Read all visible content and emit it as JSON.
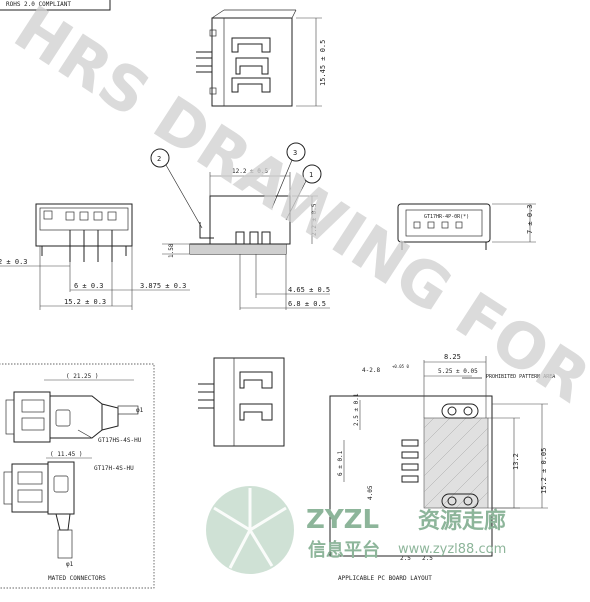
{
  "watermark": {
    "text": "HRS DRAWING FOR"
  },
  "header_box": {
    "text": "ROHS 2.0 COMPLIANT"
  },
  "callouts": [
    "2",
    "3",
    "1"
  ],
  "front_view": {
    "height_dim": "15.45 ± 0.5"
  },
  "side_view": {
    "top_dim": "12.2 ± 0.5",
    "height_dim": "2.2 ± 0.5",
    "pin_dim": "1.58"
  },
  "rear_view": {
    "height_dim": "7 ± 0.3",
    "label": "GT17HR-4P-0R(*)"
  },
  "bottom_dims": {
    "d1": "2 ± 0.3",
    "d2": "6 ± 0.3",
    "d3": "3.875 ± 0.3",
    "d4": "15.2 ± 0.3",
    "d5": "4.65 ± 0.5",
    "d6": "6.8 ± 0.5"
  },
  "mated": {
    "dim1": "( 21.25 )",
    "label1": "GT17HS-4S-HU",
    "dim2": "( 11.45 )",
    "label2": "GT17H-4S-HU",
    "dia1": "φ1",
    "dia2": "φ1",
    "caption": "MATED CONNECTORS"
  },
  "pcb": {
    "dim_top1": "8.25",
    "dim_top2": "5.25 ± 0.05",
    "dim_top3": "4-2.8",
    "tol": "+0.05 0",
    "note": "PROHIBITED PATTERN AREA",
    "dim_r1": "13.2",
    "dim_r2": "15.2 ± 0.05",
    "dim_l1": "6 ± 0.1",
    "dim_l2": "2.5 ± 0.1",
    "dim_l3": "4.05",
    "dim_b1": "2.5",
    "dim_b2": "2.5",
    "caption": "APPLICABLE PC BOARD LAYOUT"
  },
  "logo": {
    "brand": "ZYZL",
    "cn1": "资源走廊",
    "cn2": "信息平台",
    "url": "www.zyzl88.com"
  }
}
